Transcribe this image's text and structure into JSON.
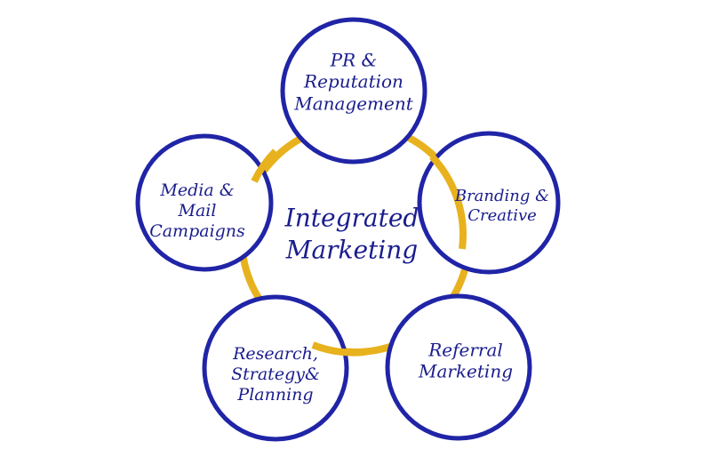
{
  "diagram": {
    "center": {
      "text": "Integrated\nMarketing",
      "ring_color": "#e8b21e"
    },
    "node_color": "#2024a6",
    "nodes": [
      {
        "id": "pr",
        "text": "PR &\nReputation\nManagement"
      },
      {
        "id": "branding",
        "text": "Branding &\nCreative"
      },
      {
        "id": "referral",
        "text": "Referral\nMarketing"
      },
      {
        "id": "research",
        "text": "Research,\nStrategy&\nPlanning"
      },
      {
        "id": "media",
        "text": "Media &\nMail\nCampaigns"
      }
    ]
  }
}
